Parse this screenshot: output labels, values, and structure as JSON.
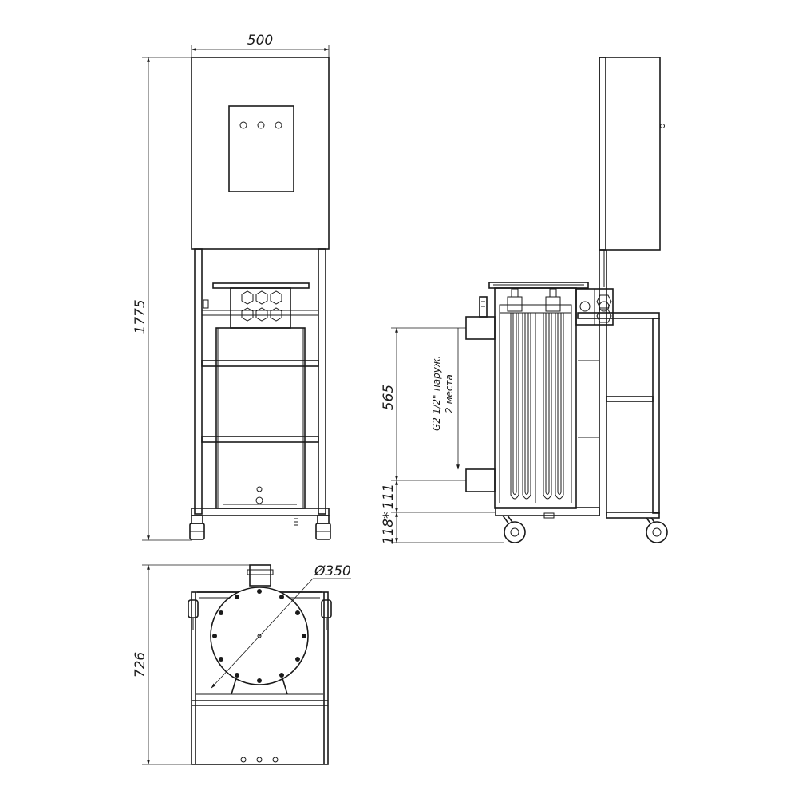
{
  "dimensions": {
    "width": "500",
    "height": "1775",
    "depth": "726",
    "diameter": "Ø350",
    "inlet_height": "565",
    "outlet_offset": "111",
    "base_height": "118*"
  },
  "note": {
    "line1": "G2 1/2\"-наруж.",
    "line2": "2 места"
  }
}
